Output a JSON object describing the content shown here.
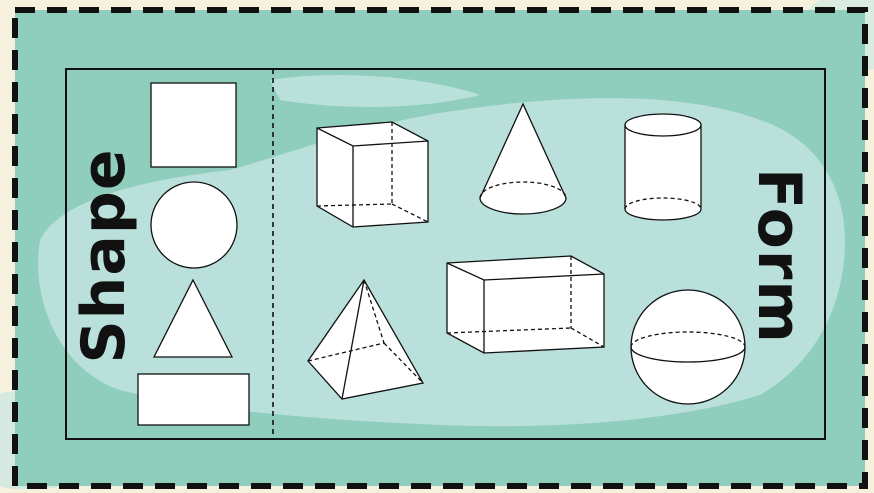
{
  "labels": {
    "shape": "Shape",
    "form": "Form"
  },
  "shapes": [
    "square",
    "circle",
    "triangle",
    "rectangle"
  ],
  "forms": [
    "cube",
    "cone",
    "cylinder",
    "pyramid",
    "rectangular-prism",
    "sphere"
  ],
  "colors": {
    "background": "#f6f1dc",
    "teal": "#8fcdbd",
    "light_teal": "#b9e0da",
    "border": "#111111",
    "shape_fill": "#ffffff"
  }
}
